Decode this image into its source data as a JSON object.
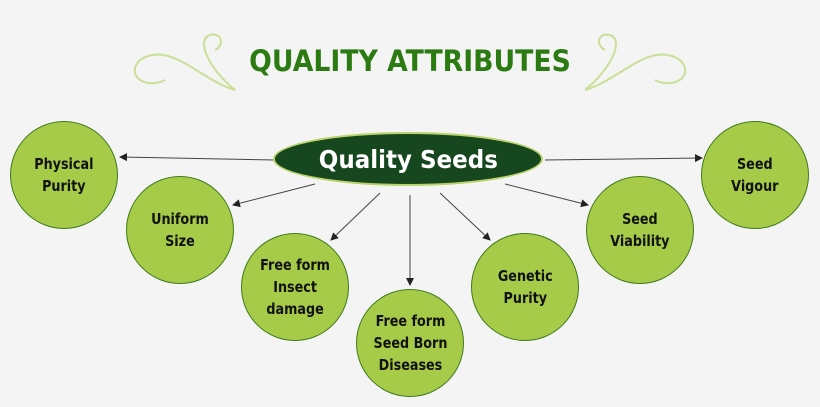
{
  "title": "QUALITY ATTRIBUTES",
  "center": {
    "label": "Quality Seeds"
  },
  "nodes": [
    {
      "label": "Physical\nPurity"
    },
    {
      "label": "Uniform\nSize"
    },
    {
      "label": "Free form\nInsect\ndamage"
    },
    {
      "label": "Free form\nSeed Born\nDiseases"
    },
    {
      "label": "Genetic\nPurity"
    },
    {
      "label": "Seed\nViability"
    },
    {
      "label": "Seed\nVigour"
    }
  ],
  "colors": {
    "title": "#2b7a12",
    "center_fill": "#17471f",
    "node_fill": "#a6cb48"
  }
}
